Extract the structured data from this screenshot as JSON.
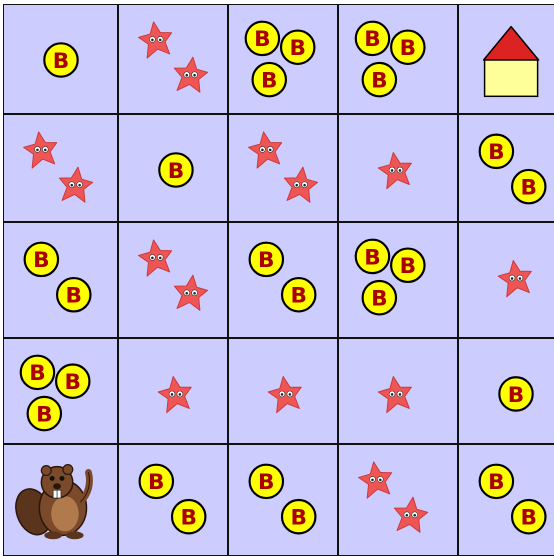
{
  "game": {
    "coin_letter": "B",
    "colors": {
      "cell_background": "#ccccff",
      "grid_line": "#111111",
      "coin_fill": "#ffff00",
      "coin_text": "#aa0000",
      "star_fill": "#ee5555",
      "house_roof": "#dd2222",
      "house_wall": "#ffff99",
      "beaver_body": "#7a4a2a"
    },
    "rows": [
      [
        {
          "type": "coins",
          "count": 1
        },
        {
          "type": "stars",
          "count": 2
        },
        {
          "type": "coins",
          "count": 3
        },
        {
          "type": "coins",
          "count": 3
        },
        {
          "type": "house"
        }
      ],
      [
        {
          "type": "stars",
          "count": 2
        },
        {
          "type": "coins",
          "count": 1
        },
        {
          "type": "stars",
          "count": 2
        },
        {
          "type": "stars",
          "count": 1
        },
        {
          "type": "coins",
          "count": 2
        }
      ],
      [
        {
          "type": "coins",
          "count": 2
        },
        {
          "type": "stars",
          "count": 2
        },
        {
          "type": "coins",
          "count": 2
        },
        {
          "type": "coins",
          "count": 3
        },
        {
          "type": "stars",
          "count": 1
        }
      ],
      [
        {
          "type": "coins",
          "count": 3
        },
        {
          "type": "stars",
          "count": 1
        },
        {
          "type": "stars",
          "count": 1
        },
        {
          "type": "stars",
          "count": 1
        },
        {
          "type": "coins",
          "count": 1
        }
      ],
      [
        {
          "type": "beaver"
        },
        {
          "type": "coins",
          "count": 2
        },
        {
          "type": "coins",
          "count": 2
        },
        {
          "type": "stars",
          "count": 2
        },
        {
          "type": "coins",
          "count": 2
        }
      ]
    ]
  }
}
